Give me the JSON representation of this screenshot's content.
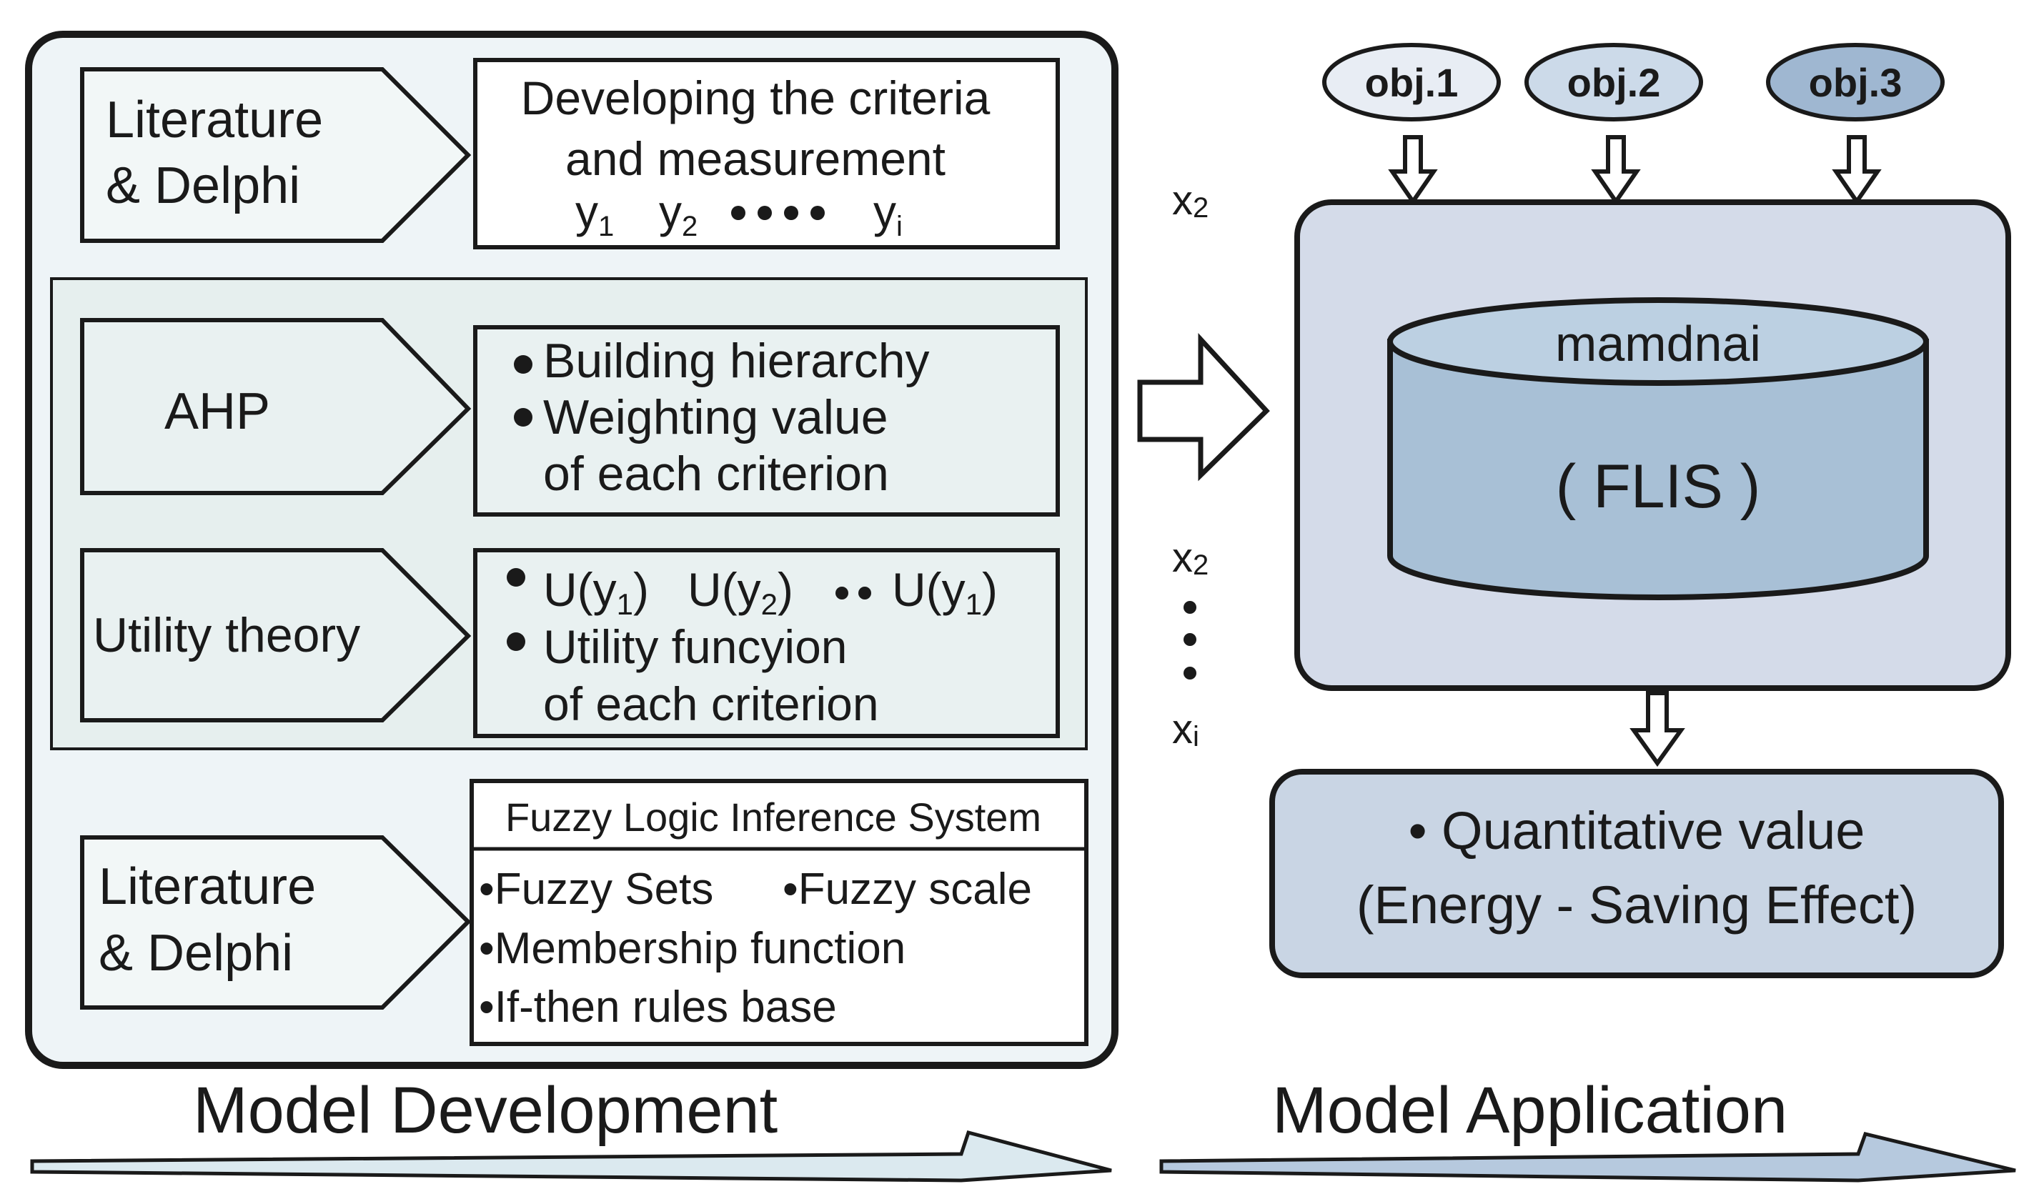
{
  "colors": {
    "stroke": "#1a1a1a",
    "panel_fill": "#eef4f7",
    "section_fill": "#e6efee",
    "box_fill": "#e9f1f1",
    "white_box_fill": "#ffffff",
    "application_box_fill": "#d4dbe9",
    "cylinder_body_fill": "#a8c0d6",
    "cylinder_top_fill": "#bcd0e2",
    "result_box_fill": "#c9d5e4",
    "obj1_fill": "#e8edf4",
    "obj2_fill": "#ccdae9",
    "obj3_fill": "#9fb7d1",
    "ribbon_left_fill": "#dbe9ef",
    "ribbon_right_fill": "#b6c9de"
  },
  "development": {
    "stage1": {
      "label_lines": [
        "Literature",
        "&  Delphi"
      ],
      "content_lines": [
        "Developing the criteria",
        "and measurement"
      ],
      "vars": [
        {
          "base": "y",
          "sub": "1"
        },
        {
          "base": "y",
          "sub": "2"
        },
        {
          "base": "y",
          "sub": "i"
        }
      ],
      "ellipsis_icon": "dots-icon"
    },
    "stage2": {
      "label": "AHP",
      "bullets": [
        "Building hierarchy",
        "Weighting value"
      ],
      "continuation": "of each criterion"
    },
    "stage3": {
      "label": "Utility theory",
      "utility_functions": [
        {
          "base": "U(",
          "var": "y",
          "sub": "1",
          "close": ")"
        },
        {
          "base": "U(",
          "var": "y",
          "sub": "2",
          "close": ")"
        },
        {
          "base": "U(",
          "var": "y",
          "sub": "1",
          "close": ")"
        }
      ],
      "bullet2": "Utility funcyion",
      "continuation": "of each criterion"
    },
    "stage4": {
      "label_lines": [
        "Literature",
        "&  Delphi"
      ],
      "header": "Fuzzy Logic Inference System",
      "items": [
        "•Fuzzy Sets",
        "•Fuzzy scale",
        "•Membership function",
        "•If-then rules base"
      ]
    },
    "caption": "Model Development"
  },
  "inputs": [
    {
      "base": "x",
      "sub": "2"
    },
    {
      "base": "x",
      "sub": "2"
    },
    {
      "base": "x",
      "sub": "i"
    }
  ],
  "application": {
    "objectives": [
      "obj.1",
      "obj.2",
      "obj.3"
    ],
    "engine_title": "mamdnai",
    "engine_name": "( FLIS )",
    "output_lines": [
      "•  Quantitative value",
      "(Energy - Saving Effect)"
    ],
    "caption": "Model Application"
  }
}
